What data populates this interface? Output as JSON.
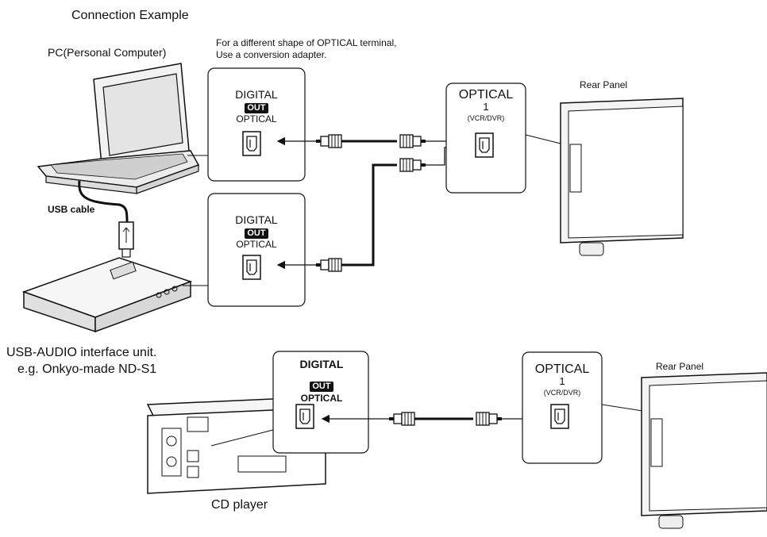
{
  "title": "Connection Example",
  "pc_label": "PC(Personal Computer)",
  "note": {
    "line1": "For a different shape of OPTICAL terminal,",
    "line2": "Use a conversion adapter."
  },
  "usb_cable": "USB cable",
  "usb_unit": {
    "line1": "USB-AUDIO interface unit.",
    "line2": "e.g. Onkyo-made ND-S1"
  },
  "cd_player": "CD player",
  "terminal": {
    "digital": "DIGITAL",
    "out": "OUT",
    "optical": "OPTICAL"
  },
  "receiver_input": {
    "optical": "OPTICAL",
    "number": "1",
    "sub": "(VCR/DVR)"
  },
  "rear_panel": "Rear Panel"
}
